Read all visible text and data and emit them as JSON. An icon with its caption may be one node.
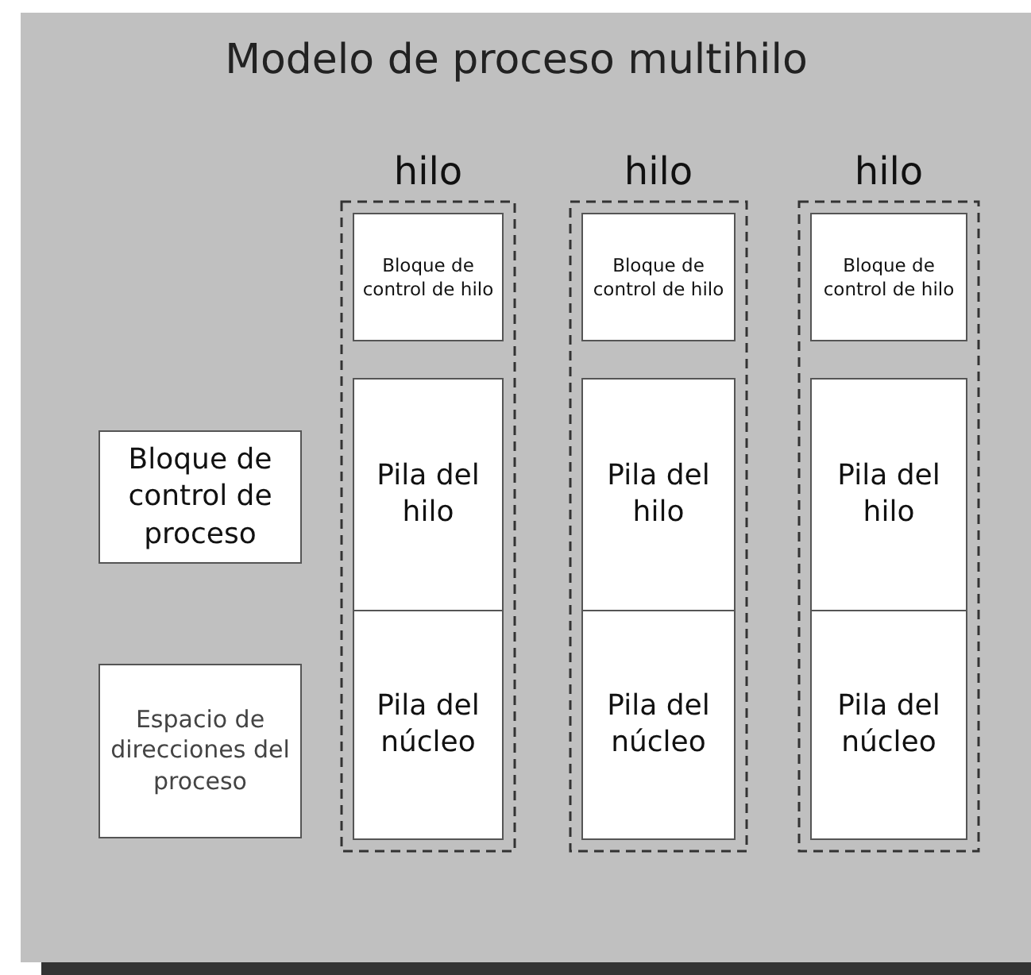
{
  "diagram": {
    "title": "Modelo de proceso multihilo",
    "nodes": [
      {
        "text": [
          "Bloque de control de proceso"
        ]
      },
      {
        "text": [
          "Espacio de direcciones del proceso"
        ]
      },
      {
        "text": [
          "hilo"
        ]
      },
      {
        "text": [
          "Bloque de control de hilo"
        ],
        "in": 2
      },
      {
        "text": [
          "Pila del hilo"
        ],
        "in": 2
      },
      {
        "text": [
          "Pila del núcleo"
        ],
        "in": 2
      },
      {
        "text": [
          "hilo"
        ]
      },
      {
        "text": [
          "Bloque de control de hilo"
        ],
        "in": 6
      },
      {
        "text": [
          "Pila del hilo"
        ],
        "in": 6
      },
      {
        "text": [
          "Pila del núcleo"
        ],
        "in": 6
      },
      {
        "text": [
          "hilo"
        ]
      },
      {
        "text": [
          "Bloque de control de hilo"
        ],
        "in": 10
      },
      {
        "text": [
          "Pila del hilo"
        ],
        "in": 10
      },
      {
        "text": [
          "Pila del núcleo"
        ],
        "in": 10
      }
    ]
  }
}
